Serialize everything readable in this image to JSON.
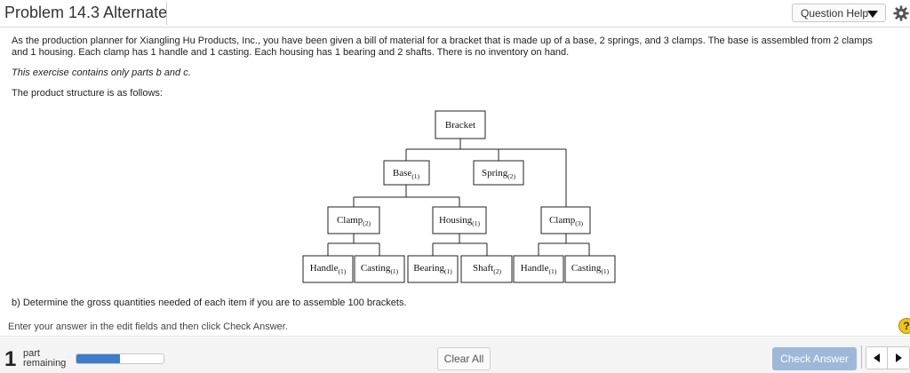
{
  "header": {
    "title": "Problem 14.3 Alternate",
    "help_label": "Question Help"
  },
  "content": {
    "intro": "As the production planner for Xiangling Hu Products, Inc., you have been given a bill of material for a bracket that is made up of a base, 2 springs, and 3 clamps. The base is assembled from 2 clamps and 1 housing. Each clamp has 1 handle and 1 casting. Each housing has 1 bearing and 2 shafts. There is no inventory on hand.",
    "note": "This exercise contains only parts b and c.",
    "structure_label": "The product structure is as follows:",
    "question": "b) Determine the gross quantities needed of each item if you are to assemble 100 brackets."
  },
  "tree": {
    "root": "Bracket",
    "level1": [
      {
        "name": "Base",
        "qty": "(1)"
      },
      {
        "name": "Spring",
        "qty": "(2)"
      }
    ],
    "level2": [
      {
        "name": "Clamp",
        "qty": "(2)"
      },
      {
        "name": "Housing",
        "qty": "(1)"
      },
      {
        "name": "Clamp",
        "qty": "(3)"
      }
    ],
    "level3": [
      {
        "name": "Handle",
        "qty": "(1)"
      },
      {
        "name": "Casting",
        "qty": "(1)"
      },
      {
        "name": "Bearing",
        "qty": "(1)"
      },
      {
        "name": "Shaft",
        "qty": "(2)"
      },
      {
        "name": "Handle",
        "qty": "(1)"
      },
      {
        "name": "Casting",
        "qty": "(1)"
      }
    ]
  },
  "footer": {
    "instruction": "Enter your answer in the edit fields and then click Check Answer.",
    "help_icon": "?",
    "parts_remaining_number": "1",
    "parts_remaining_line1": "part",
    "parts_remaining_line2": "remaining",
    "progress_fraction": 0.5,
    "clear_all_label": "Clear All",
    "check_answer_label": "Check Answer"
  },
  "colors": {
    "accent": "#3d7cc9",
    "check_button": "#9db8d9",
    "help_icon": "#f1c40f"
  }
}
